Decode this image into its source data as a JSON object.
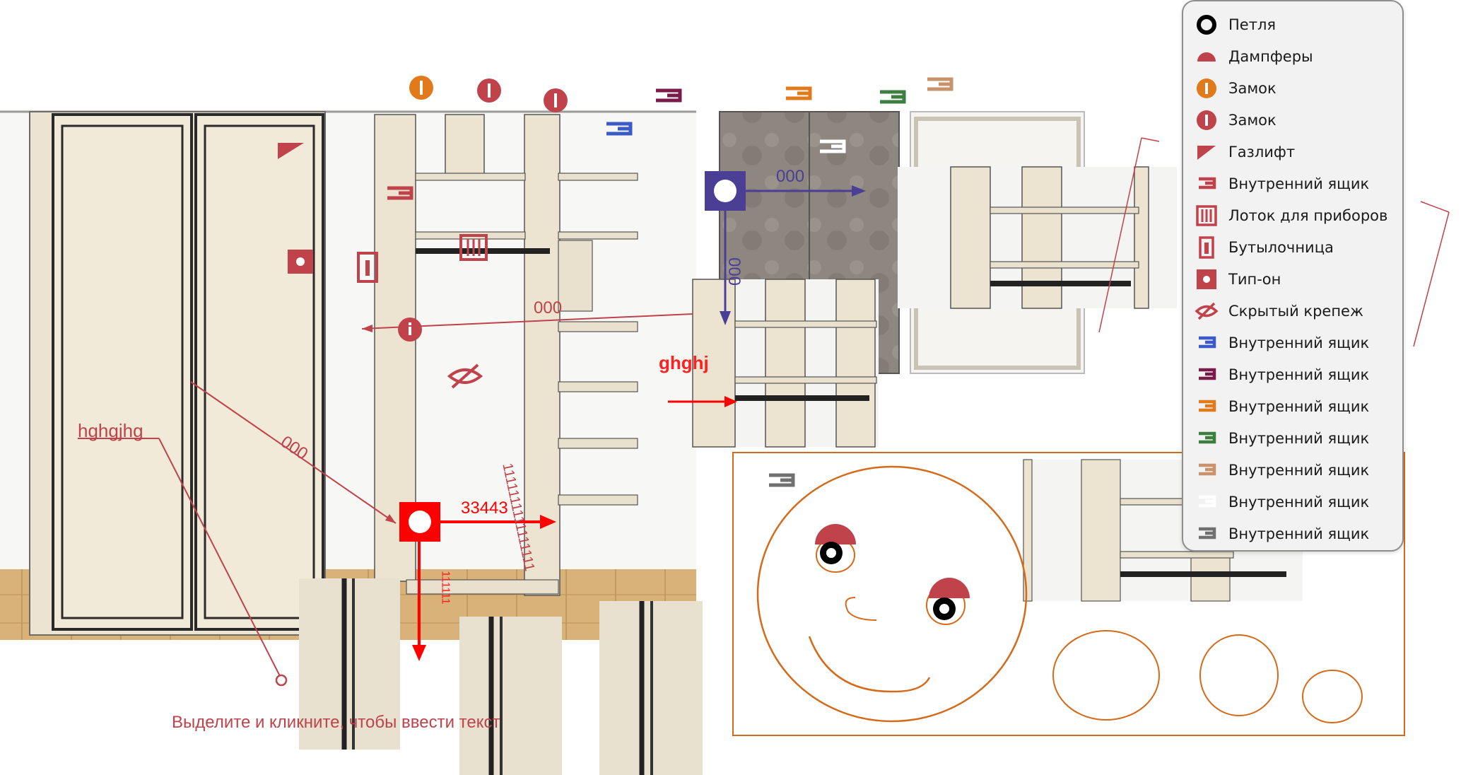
{
  "legend": {
    "items": [
      {
        "label": "Петля",
        "icon": "hinge-ring-icon"
      },
      {
        "label": "Дампферы",
        "icon": "damper-icon"
      },
      {
        "label": "Замок",
        "icon": "lock-orange-icon"
      },
      {
        "label": "Замок",
        "icon": "lock-red-icon"
      },
      {
        "label": "Газлифт",
        "icon": "gaslift-icon"
      },
      {
        "label": "Внутренний ящик",
        "icon": "drawer-red-icon"
      },
      {
        "label": "Лоток для приборов",
        "icon": "cutlery-tray-icon"
      },
      {
        "label": "Бутылочница",
        "icon": "bottle-holder-icon"
      },
      {
        "label": "Тип-он",
        "icon": "tip-on-icon"
      },
      {
        "label": "Скрытый крепеж",
        "icon": "hidden-fastener-icon"
      },
      {
        "label": "Внутренний ящик",
        "icon": "drawer-blue-icon"
      },
      {
        "label": "Внутренний ящик",
        "icon": "drawer-purple-icon"
      },
      {
        "label": "Внутренний ящик",
        "icon": "drawer-orange-icon"
      },
      {
        "label": "Внутренний ящик",
        "icon": "drawer-green-icon"
      },
      {
        "label": "Внутренний ящик",
        "icon": "drawer-tan-icon"
      },
      {
        "label": "Внутренний ящик",
        "icon": "drawer-white-icon"
      },
      {
        "label": "Внутренний ящик",
        "icon": "drawer-gray-icon"
      }
    ]
  },
  "annotations": {
    "label_hghgjhg": "hghgjhg",
    "label_hghj": "ghghj",
    "dim_000_diag": "000",
    "dim_000_horizontal": "000",
    "dim_000_blue_h": "000",
    "dim_000_blue_v": "000",
    "dim_33443": "33443",
    "dim_vertical_ones": "1111111111111111",
    "dim_small_ones": "111111",
    "hint_text": "Выделите и кликните, чтобы ввести текст"
  },
  "colors": {
    "red": "#c0424a",
    "bright_red": "#ff0000",
    "orange": "#e07a1a",
    "navy": "#4a3f95",
    "blue": "#3a5bc7",
    "purple": "#7a1a4a",
    "green": "#3a7f3f",
    "tan": "#c8936a",
    "white": "#ffffff",
    "gray": "#707070",
    "sketch": "#d56a1a"
  }
}
